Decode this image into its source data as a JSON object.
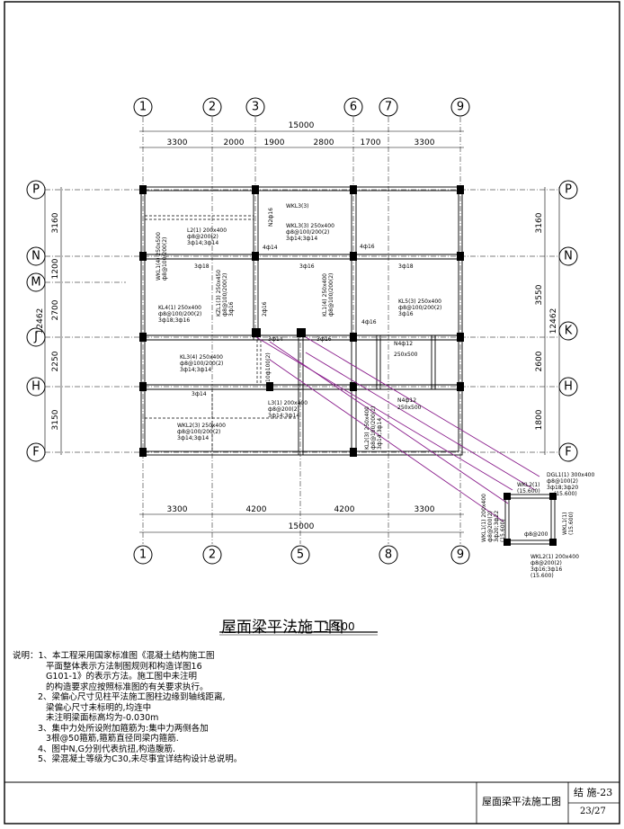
{
  "drawing_title": "屋面梁平法施工图",
  "scale": "1:100",
  "title_block": {
    "name": "屋面梁平法施工图",
    "code": "结 施-23",
    "page": "23/27"
  },
  "axes": {
    "top": [
      "1",
      "2",
      "3",
      "6",
      "7",
      "9"
    ],
    "bottom": [
      "1",
      "2",
      "5",
      "8",
      "9"
    ],
    "left": [
      "P",
      "N",
      "M",
      "J",
      "H",
      "F"
    ],
    "right": [
      "P",
      "N",
      "K",
      "H",
      "F"
    ]
  },
  "dims_top": {
    "segments": [
      "3300",
      "2000",
      "1900",
      "2800",
      "1700",
      "3300"
    ],
    "total": "15000"
  },
  "dims_bottom": {
    "segments": [
      "3300",
      "4200",
      "4200",
      "3300"
    ],
    "total": "15000"
  },
  "dims_left": {
    "segments": [
      "3160",
      "1200",
      "2700",
      "2250",
      "3150"
    ],
    "total": "12462"
  },
  "dims_right": {
    "segments": [
      "3160",
      "3550",
      "2600",
      "1800"
    ],
    "total": "12462"
  },
  "beam_labels": [
    "WKL3(3)",
    "WKL3(3) 250x400",
    "ф8@100/200(2)",
    "3ф14;3ф14",
    "L2(1) 200x400",
    "ф8@200(2)",
    "3ф14;3ф14",
    "WKL1(4) 250x500",
    "ф8@100/200(2)",
    "KL4(1) 250x400",
    "ф8@100/200(2)",
    "3ф18;3ф16",
    "KL1(4) 250x400",
    "ф8@100/200(2)",
    "KL5(3) 250x400",
    "ф8@100/200(2)",
    "3ф16",
    "KL3(4) 250x400",
    "ф8@100/200(2)",
    "3ф14;3ф14",
    "WKL2(3) 250x400",
    "ф8@100/200(2)",
    "3ф14;3ф14",
    "L3(1) 200x400",
    "ф8@200(2)",
    "3ф14;3ф14",
    "N4ф12",
    "250x500",
    "N4ф12",
    "250x500",
    "KL2(3) 250x400",
    "ф8@100/200(2)",
    "3ф14;3ф14",
    "KZL1(3) 250x450",
    "ф8@100/200(2)",
    "3ф16",
    "3ф18",
    "3ф14",
    "3ф16",
    "4ф14",
    "4ф16",
    "4ф16",
    "2ф16",
    "3ф18",
    "3ф16",
    "3ф14",
    "N2ф16",
    "10ф100(2)"
  ],
  "detail_labels": [
    "DGL1(1) 300x400",
    "ф8@100(2)",
    "3ф18;3ф20",
    "(15.600)",
    "WKL2(1)",
    "(15.600)",
    "WKL1(1)",
    "(15.600)",
    "ф8@200",
    "WKL2(1) 200x400",
    "ф8@200(2)",
    "3ф16;3ф16",
    "(15.600)",
    "WKL1(1) 200x400",
    "ф8@200(2)",
    "3ф20;3ф22",
    "(15.600)"
  ],
  "notes": {
    "header": "说明：",
    "lines": [
      "1、本工程采用国家标准图《混凝土结构施工图",
      "   平面整体表示方法制图规则和构造详图16",
      "   G101-1》的表示方法。施工图中未注明",
      "   的构造要求应按照标准图的有关要求执行。",
      "2、梁偏心尺寸见柱平法施工图柱边缘到轴线距离,",
      "   梁偏心尺寸未标明的,均连中",
      "   未注明梁面标高均为-0.030m",
      "3、集中力处所设附加箍筋为:集中力两侧各加",
      "   3根@50箍筋,箍筋直径同梁内箍筋.",
      "4、图中N,G分别代表抗扭,构造腹筋.",
      "5、梁混凝土等级为C30,未尽事宜详结构设计总说明。"
    ]
  }
}
